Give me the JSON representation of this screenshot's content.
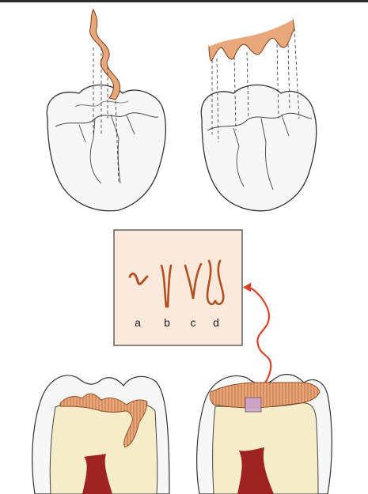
{
  "colors": {
    "enamel": "#f6f6f6",
    "dentin": "#f5edc9",
    "fissure": "#e8a87c",
    "fissure_stroke": "#b0602e",
    "pulp": "#9e2424",
    "inset_bg": "#fbe9dc",
    "arrow": "#d8432a",
    "outline": "#333333"
  },
  "fissure_types": {
    "labels": [
      "a",
      "b",
      "c",
      "d"
    ]
  }
}
